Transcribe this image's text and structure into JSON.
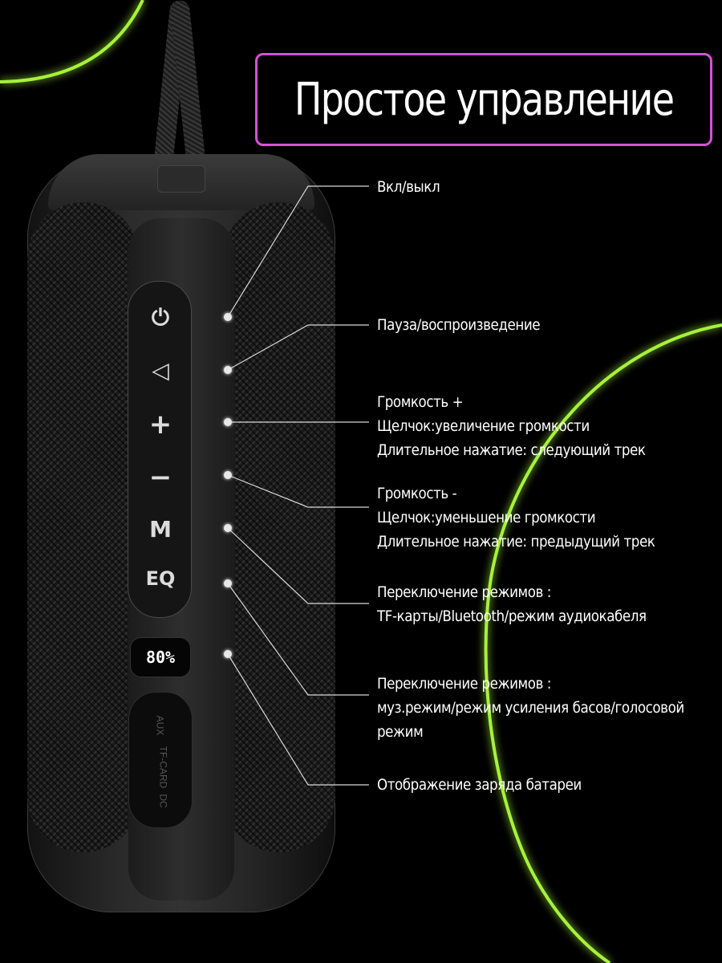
{
  "title": "Простое управление",
  "accent_colors": {
    "title_border": "#d552d4",
    "neon_arc": "#a6f23a"
  },
  "speaker": {
    "buttons": [
      {
        "name": "power-icon",
        "glyph": "⏻"
      },
      {
        "name": "play-pause-icon",
        "glyph": "◁"
      },
      {
        "name": "plus-icon",
        "glyph": "+"
      },
      {
        "name": "minus-icon",
        "glyph": "−"
      },
      {
        "name": "mode-icon",
        "glyph": "M"
      },
      {
        "name": "eq-icon",
        "glyph": "EQ"
      }
    ],
    "battery_display": "80%",
    "port_labels": [
      "AUX",
      "TF-CARD",
      "DC"
    ]
  },
  "callouts": [
    {
      "lines": [
        "Вкл/выкл"
      ]
    },
    {
      "lines": [
        "Пауза/воспроизведение"
      ]
    },
    {
      "lines": [
        "Громкость +",
        "Щелчок:увеличение громкости",
        "Длительное нажатие: следующий трек"
      ]
    },
    {
      "lines": [
        "Громкость -",
        "Щелчок:уменьшение громкости",
        "Длительное нажатие: предыдущий трек"
      ]
    },
    {
      "lines": [
        "Переключение режимов :",
        "TF-карты/Bluetooth/режим аудиокабеля"
      ]
    },
    {
      "lines": [
        "Переключение режимов :",
        "муз.режим/режим усиления басов/голосовой",
        "режим"
      ]
    },
    {
      "lines": [
        "Отображение заряда батареи"
      ]
    }
  ]
}
